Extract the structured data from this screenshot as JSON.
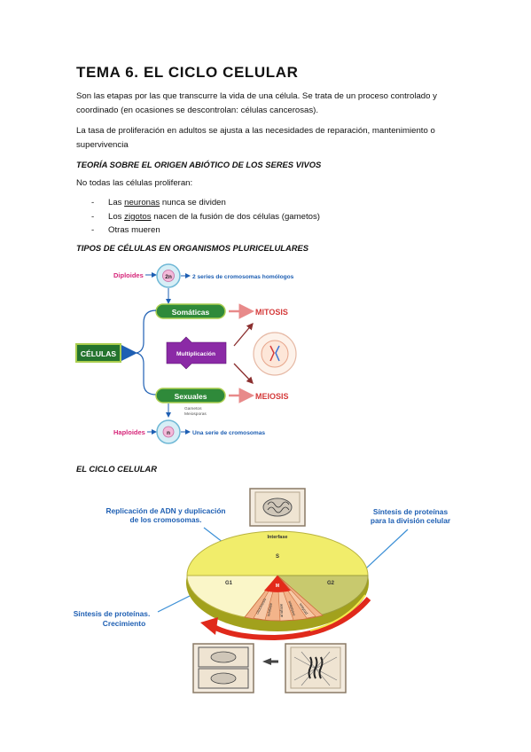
{
  "title": "TEMA 6.  EL CICLO CELULAR",
  "intro": {
    "p1": "Son las etapas por las que transcurre la vida de una célula. Se trata de un proceso controlado y coordinado (en ocasiones se descontrolan: células cancerosas).",
    "p2": "La tasa de proliferación en adultos se ajusta a las necesidades de reparación, mantenimiento o supervivencia"
  },
  "section1": {
    "heading": "TEORÍA SOBRE EL ORIGEN ABIÓTICO DE LOS SERES VIVOS",
    "lead": "No todas las células proliferan:",
    "items": [
      {
        "pre": "Las ",
        "u": "neuronas",
        "post": " nunca se dividen"
      },
      {
        "pre": "Los ",
        "u": "zigotos",
        "post": " nacen de la fusión de dos células (gametos)"
      },
      {
        "pre": "",
        "u": "",
        "post": "Otras mueren"
      }
    ]
  },
  "section2": {
    "heading": "TIPOS DE CÉLULAS EN ORGANISMOS PLURICELULARES",
    "diagram": {
      "diploides": "Diploides",
      "n2": "2n",
      "series2": "2 series de cromosomas homólogos",
      "somaticas": "Somáticas",
      "mitosis": "MITOSIS",
      "celulas": "CÉLULAS",
      "multiplicacion": "Multiplicación",
      "sexuales": "Sexuales",
      "meiosis": "MEIOSIS",
      "gametos": "Gametos",
      "meiosporas": "Meiosporas",
      "haploides": "Haploides",
      "n": "n",
      "series1": "Una serie de cromosomas"
    }
  },
  "section3": {
    "heading": "EL CICLO CELULAR",
    "diagram": {
      "replicacion_1": "Replicación de ADN y duplicación",
      "replicacion_2": "de los cromosomas.",
      "sintesis_div_1": "Síntesis de proteínas",
      "sintesis_div_2": "para la división  celular",
      "sintesis_crec_1": "Síntesis de proteínas.",
      "sintesis_crec_2": "Crecimiento",
      "interfase": "Interfase",
      "s": "S",
      "g1": "G1",
      "g2": "G2",
      "m": "M",
      "fases": [
        "citocinesis",
        "telofase",
        "anafase",
        "metafase",
        "profase"
      ]
    }
  }
}
